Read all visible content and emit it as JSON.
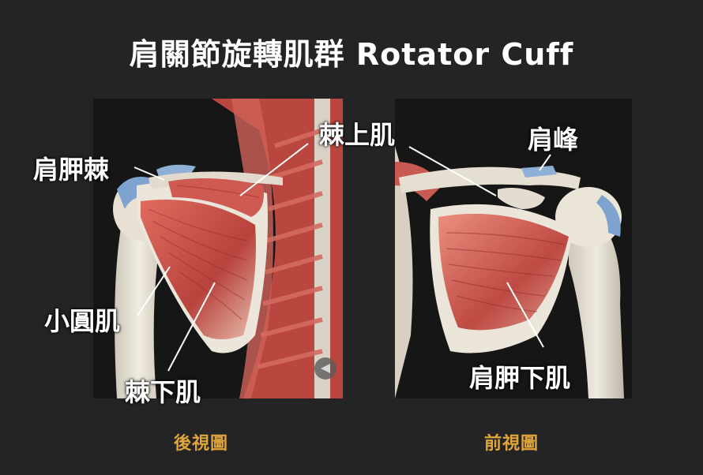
{
  "title": "肩關節旋轉肌群 Rotator Cuff",
  "labels": {
    "spine_of_scapula": "肩胛棘",
    "supraspinatus": "棘上肌",
    "acromion": "肩峰",
    "teres_minor": "小圓肌",
    "infraspinatus": "棘下肌",
    "subscapularis": "肩胛下肌"
  },
  "captions": {
    "back": "後視圖",
    "front": "前視圖"
  },
  "colors": {
    "background": "#242424",
    "caption": "#e0a63b",
    "muscle": "#c9504a",
    "bone": "#e9e3d8",
    "cartilage": "#7fa3cf"
  }
}
